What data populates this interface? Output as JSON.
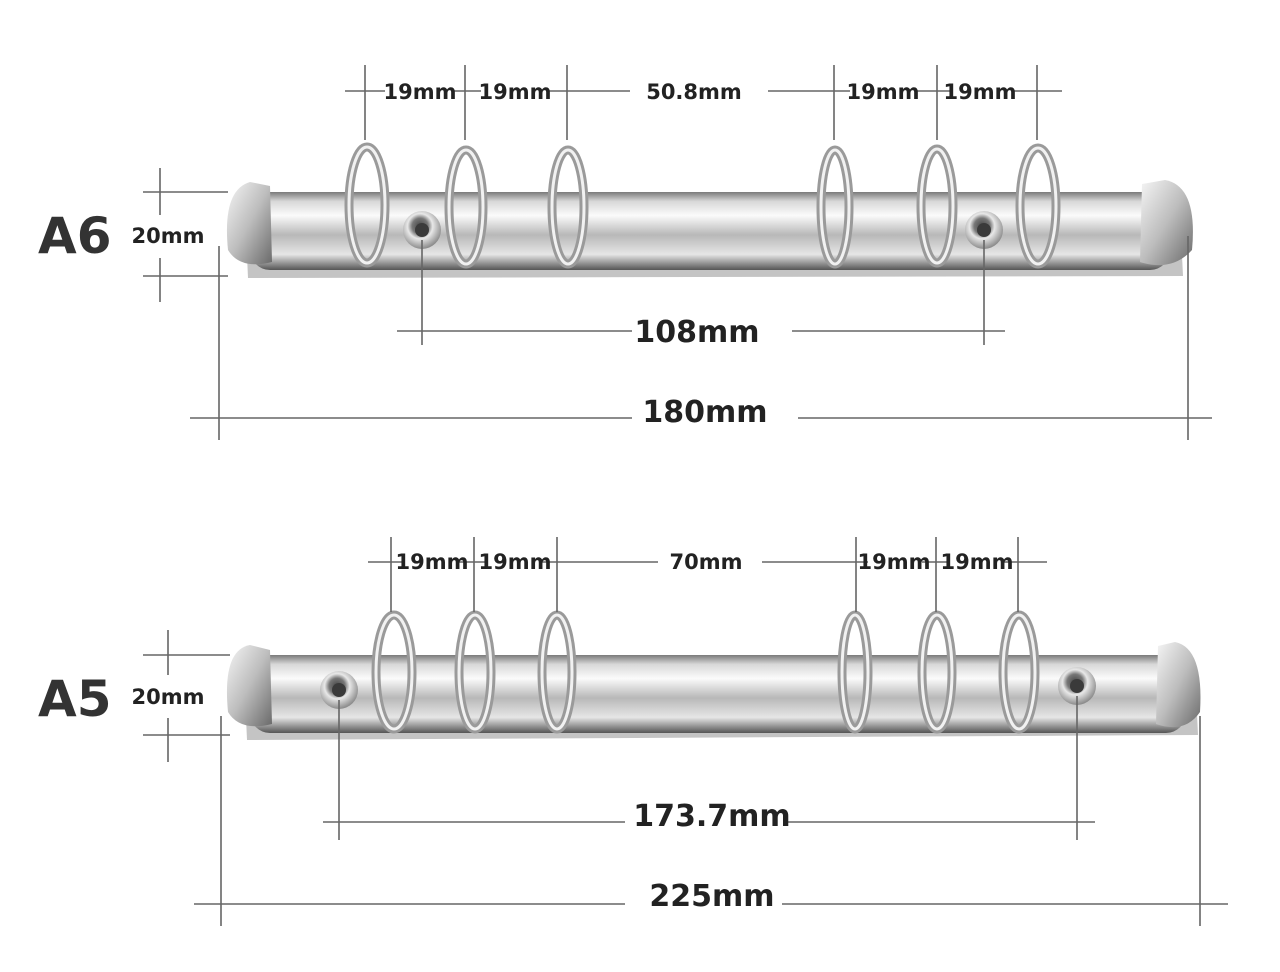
{
  "a6": {
    "label": "A6",
    "height": "20mm",
    "spacing": [
      "19mm",
      "19mm",
      "50.8mm",
      "19mm",
      "19mm"
    ],
    "hole_distance": "108mm",
    "total_length": "180mm"
  },
  "a5": {
    "label": "A5",
    "height": "20mm",
    "spacing": [
      "19mm",
      "19mm",
      "70mm",
      "19mm",
      "19mm"
    ],
    "hole_distance": "173.7mm",
    "total_length": "225mm"
  },
  "colors": {
    "metal_light": "#f4f4f4",
    "metal_mid": "#c9c9c9",
    "metal_dark": "#6c6c6c",
    "dimension_line": "#666666",
    "text": "#222222"
  }
}
